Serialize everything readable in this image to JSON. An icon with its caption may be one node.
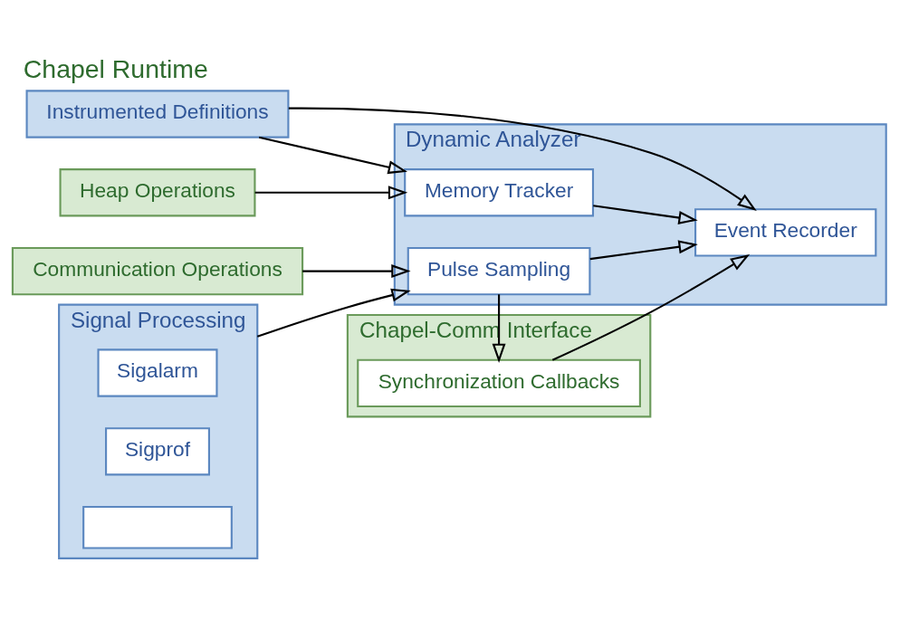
{
  "diagram": {
    "title": "Chapel Runtime",
    "nodes": [
      {
        "text": [
          "Instrumented Definitions"
        ]
      },
      {
        "text": [
          "Dynamic Analyzer"
        ]
      },
      {
        "text": [
          "Memory Tracker"
        ],
        "in": 1
      },
      {
        "text": [
          "Pulse Sampling"
        ],
        "in": 1
      },
      {
        "text": [
          "Event Recorder"
        ],
        "in": 1
      },
      {
        "text": [
          "Heap Operations"
        ]
      },
      {
        "text": [
          "Communication Operations"
        ]
      },
      {
        "text": [
          "Signal Processing"
        ]
      },
      {
        "text": [
          "Sigalarm"
        ],
        "in": 7
      },
      {
        "text": [
          "Sigprof"
        ],
        "in": 7
      },
      {
        "text": [],
        "shape": "box",
        "in": 7
      },
      {
        "text": [
          "Chapel-Comm Interface"
        ]
      },
      {
        "text": [
          "Synchronization Callbacks"
        ],
        "in": 11
      }
    ],
    "edges": [
      {
        "from": 0,
        "to": 4,
        "arrow": "to"
      },
      {
        "from": 0,
        "to": 2,
        "arrow": "to"
      },
      {
        "from": 5,
        "to": 2,
        "arrow": "to"
      },
      {
        "from": 2,
        "to": 4,
        "arrow": "to"
      },
      {
        "from": 6,
        "to": 3,
        "arrow": "to"
      },
      {
        "from": 3,
        "to": 4,
        "arrow": "to"
      },
      {
        "from": 7,
        "to": 3,
        "arrow": "to"
      },
      {
        "from": 3,
        "to": 12,
        "arrow": "to"
      },
      {
        "from": 12,
        "to": 4,
        "arrow": "to"
      }
    ]
  }
}
